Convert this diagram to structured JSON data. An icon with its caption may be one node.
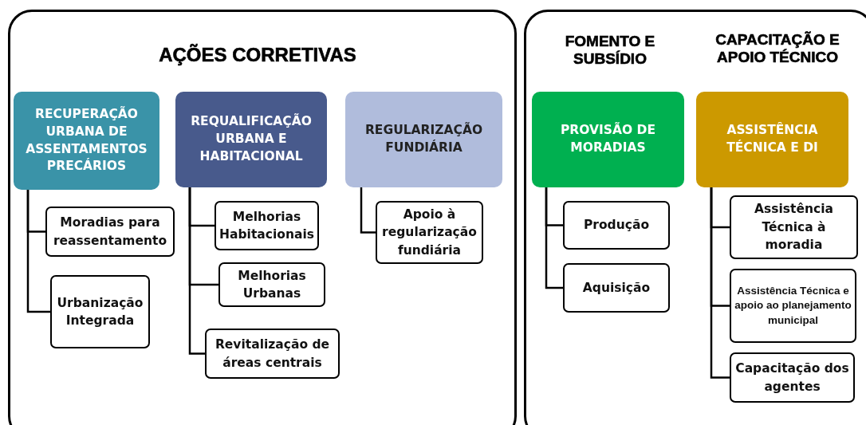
{
  "diagram": {
    "nodes": [
      {
        "text": [
          "AÇÕES CORRETIVAS"
        ]
      },
      {
        "text": [
          "RECUPERAÇÃO URBANA DE ASSENTAMENTOS PRECÁRIOS"
        ],
        "in": 0
      },
      {
        "text": [
          "REQUALIFICAÇÃO URBANA E HABITACIONAL"
        ],
        "in": 0
      },
      {
        "text": [
          "REGULARIZAÇÃO FUNDIÁRIA"
        ],
        "in": 0
      },
      {
        "text": [
          "Moradias para reassentamento"
        ],
        "in": 0
      },
      {
        "text": [
          "Urbanização Integrada"
        ],
        "in": 0
      },
      {
        "text": [
          "Melhorias Habitacionais"
        ],
        "in": 0
      },
      {
        "text": [
          "Melhorias Urbanas"
        ],
        "in": 0
      },
      {
        "text": [
          "Revitalização de áreas centrais"
        ],
        "in": 0
      },
      {
        "text": [
          "Apoio à regularização fundiária"
        ],
        "in": 0
      },
      {
        "text": [
          "FOMENTO E SUBSÍDIO",
          "CAPACITAÇÃO E APOIO TÉCNICO"
        ]
      },
      {
        "text": [
          "PROVISÃO DE MORADIAS"
        ],
        "in": 10
      },
      {
        "text": [
          "ASSISTÊNCIA TÉCNICA E DI"
        ],
        "in": 10
      },
      {
        "text": [
          "Produção"
        ],
        "in": 10
      },
      {
        "text": [
          "Aquisição"
        ],
        "in": 10
      },
      {
        "text": [
          "Assistência Técnica à moradia"
        ],
        "in": 10
      },
      {
        "text": [
          "Assistência Técnica e apoio ao planejamento municipal"
        ],
        "in": 10
      },
      {
        "text": [
          "Capacitação dos agentes"
        ],
        "in": 10
      }
    ],
    "edges": [
      {
        "from": 1,
        "to": 4,
        "arrow": "none"
      },
      {
        "from": 1,
        "to": 5,
        "arrow": "none"
      },
      {
        "from": 2,
        "to": 6,
        "arrow": "none"
      },
      {
        "from": 2,
        "to": 7,
        "arrow": "none"
      },
      {
        "from": 2,
        "to": 8,
        "arrow": "none"
      },
      {
        "from": 3,
        "to": 9,
        "arrow": "none"
      },
      {
        "from": 11,
        "to": 13,
        "arrow": "none"
      },
      {
        "from": 11,
        "to": 14,
        "arrow": "none"
      },
      {
        "from": 12,
        "to": 15,
        "arrow": "none"
      },
      {
        "from": 12,
        "to": 16,
        "arrow": "none"
      },
      {
        "from": 12,
        "to": 17,
        "arrow": "none"
      }
    ]
  }
}
